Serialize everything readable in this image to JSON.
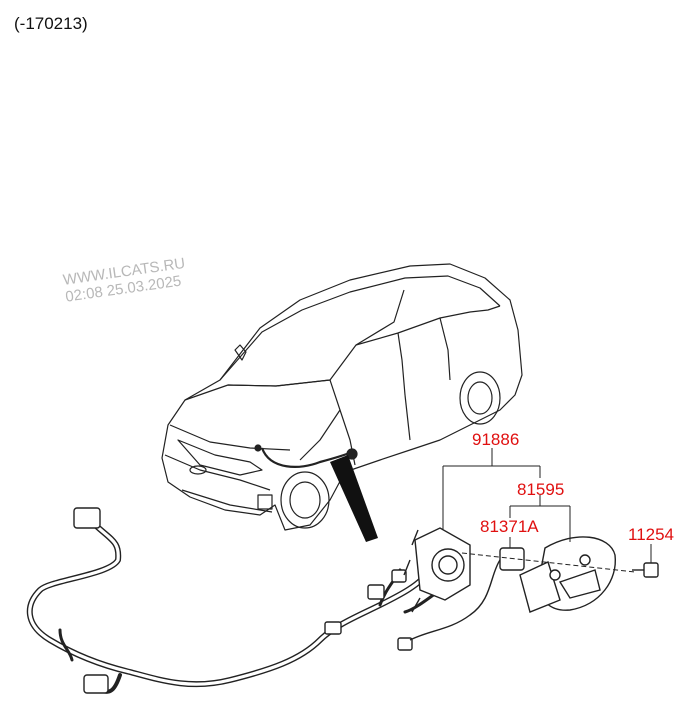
{
  "caption": "(-170213)",
  "watermark": {
    "line1": "WWW.ILCATS.RU",
    "line2": "02:08 25.03.2025"
  },
  "parts": [
    {
      "id": "p91886",
      "number": "91886"
    },
    {
      "id": "p81595",
      "number": "81595"
    },
    {
      "id": "p81371A",
      "number": "81371A"
    },
    {
      "id": "p11254",
      "number": "11254"
    }
  ],
  "colors": {
    "callout": "#e01010",
    "line": "#222222",
    "watermark": "#b8b8b8"
  }
}
